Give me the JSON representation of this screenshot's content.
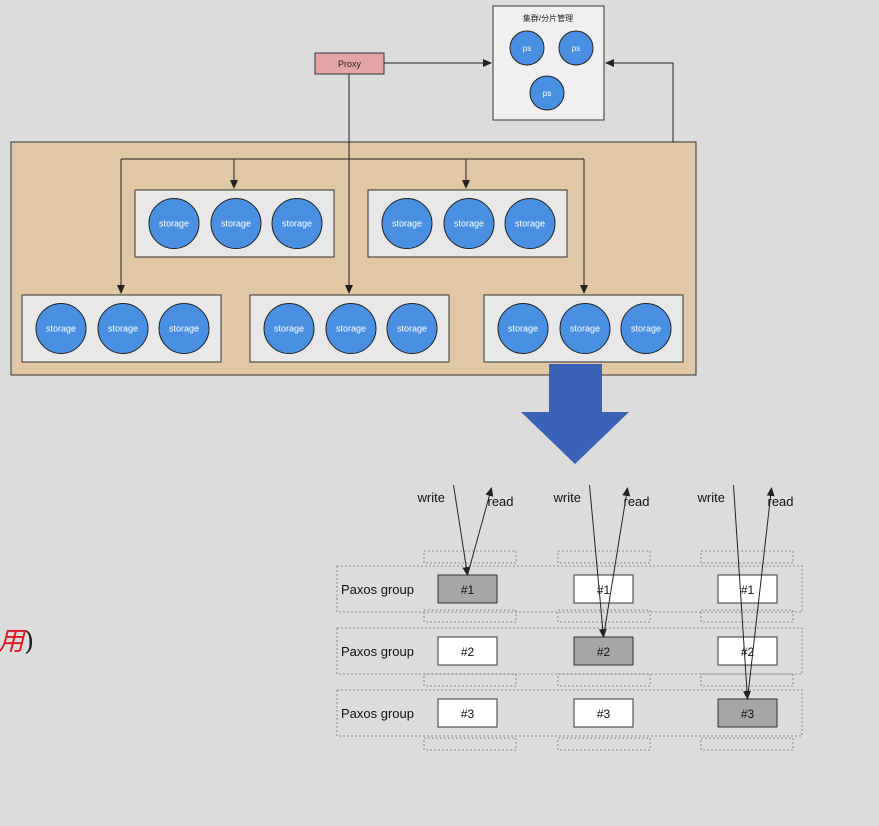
{
  "cluster": {
    "title": "集群/分片管理",
    "ps_nodes": [
      "ps",
      "ps",
      "ps"
    ]
  },
  "proxy": {
    "label": "Proxy"
  },
  "storage_groups": [
    [
      "storage",
      "storage",
      "storage"
    ],
    [
      "storage",
      "storage",
      "storage"
    ],
    [
      "storage",
      "storage",
      "storage"
    ],
    [
      "storage",
      "storage",
      "storage"
    ],
    [
      "storage",
      "storage",
      "storage"
    ]
  ],
  "paxos": {
    "row_label": "Paxos group",
    "rows": [
      {
        "label": "Paxos group",
        "cells": [
          "#1",
          "#1",
          "#1"
        ],
        "highlight": 0
      },
      {
        "label": "Paxos group",
        "cells": [
          "#2",
          "#2",
          "#2"
        ],
        "highlight": 1
      },
      {
        "label": "Paxos group",
        "cells": [
          "#3",
          "#3",
          "#3"
        ],
        "highlight": 2
      }
    ],
    "columns": [
      {
        "write": "write",
        "read": "read"
      },
      {
        "write": "write",
        "read": "read"
      },
      {
        "write": "write",
        "read": "read"
      }
    ]
  },
  "side_text": {
    "text": "用",
    "paren": ")"
  },
  "colors": {
    "background": "#dcdcdc",
    "node_fill": "#4a90e2",
    "proxy_fill": "#e5a5a5",
    "cluster_bg": "#e0c7a6",
    "big_arrow": "#3a63b8",
    "cell_highlight": "#a6a6a6"
  }
}
